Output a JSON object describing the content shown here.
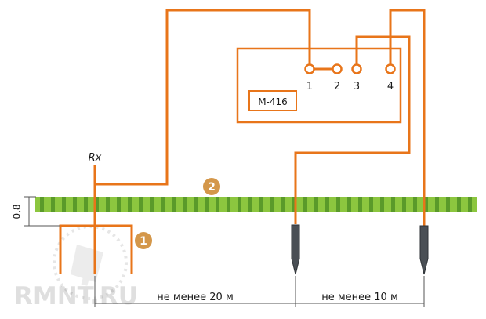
{
  "device": {
    "name": "М-416"
  },
  "terminals": [
    {
      "label": "1"
    },
    {
      "label": "2"
    },
    {
      "label": "3"
    },
    {
      "label": "4"
    }
  ],
  "labels": {
    "resistance": "Rx",
    "depth": "0,8",
    "distance_1": "не менее 20 м",
    "distance_2": "не менее 10 м",
    "marker_1": "1",
    "marker_2": "2",
    "watermark": "RMNT.RU"
  },
  "colors": {
    "wire": "#e8751a",
    "ground_light": "#8cc63f",
    "ground_dark": "#5a9a2a",
    "marker": "#d4974a",
    "electrode": "#4a4f55"
  }
}
